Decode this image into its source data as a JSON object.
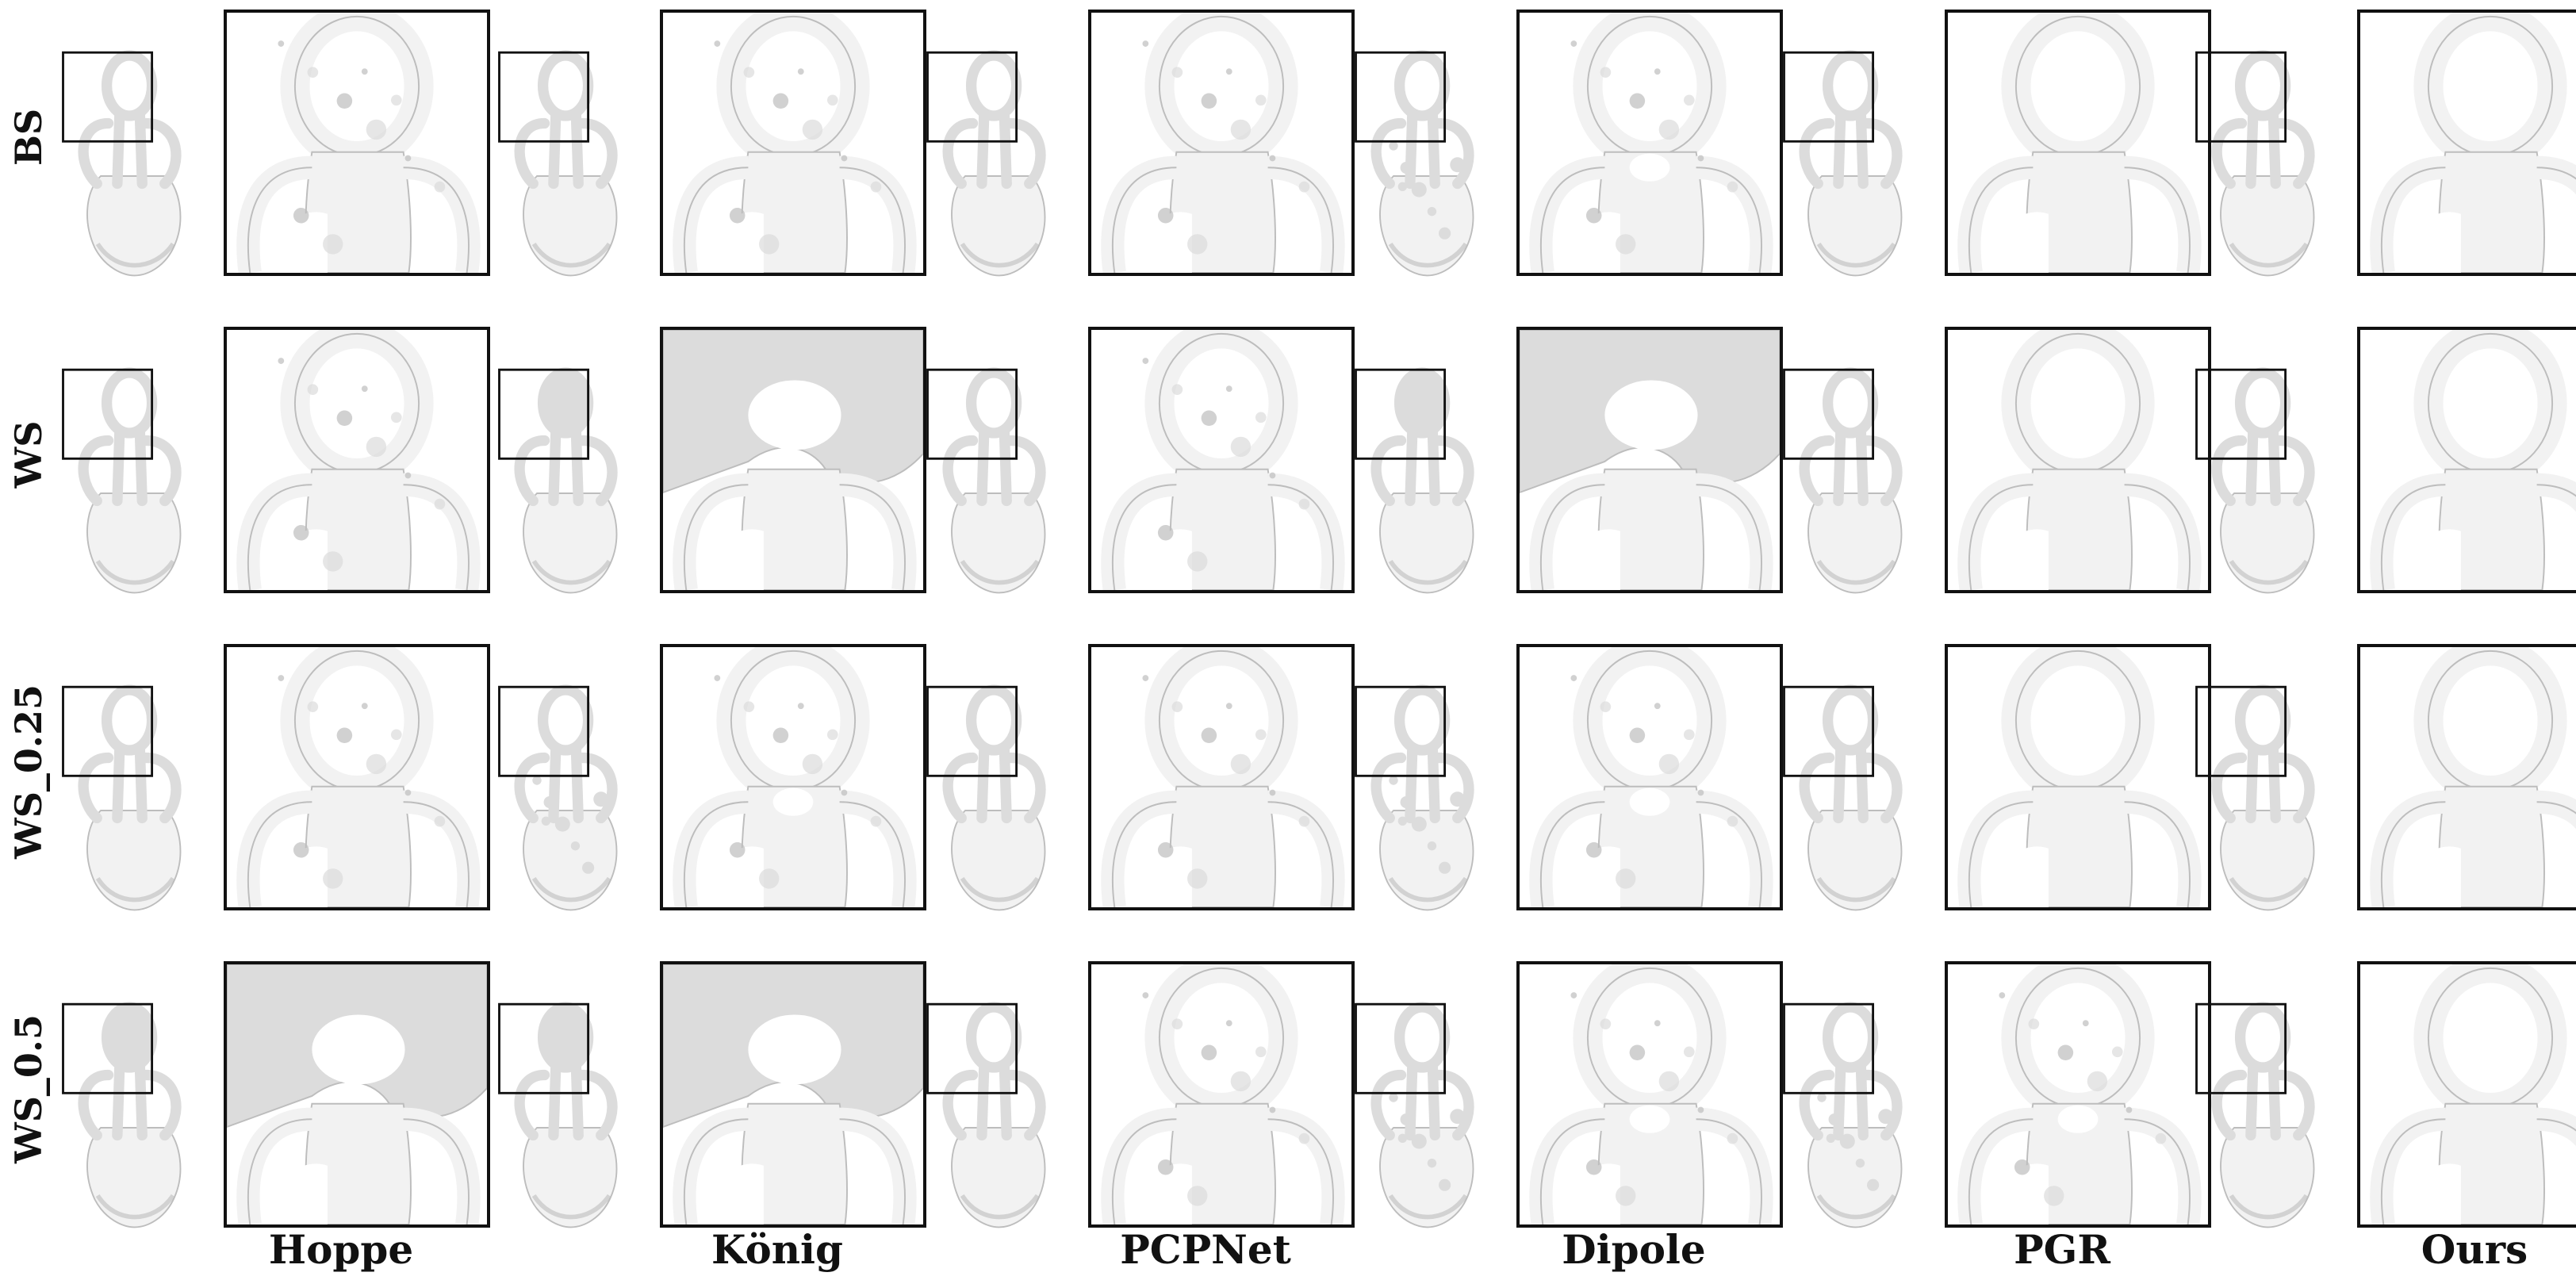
{
  "figure": {
    "row_labels": [
      "BS",
      "WS",
      "WS_0.25",
      "WS_0.5"
    ],
    "column_labels": [
      "Hoppe",
      "König",
      "PCPNet",
      "Dipole",
      "PGR",
      "Ours"
    ],
    "panels": [
      [
        {
          "method": "Hoppe",
          "setting": "BS",
          "quality": "bumpy"
        },
        {
          "method": "König",
          "setting": "BS",
          "quality": "bumpy"
        },
        {
          "method": "PCPNet",
          "setting": "BS",
          "quality": "bumpy"
        },
        {
          "method": "Dipole",
          "setting": "BS",
          "quality": "broken"
        },
        {
          "method": "PGR",
          "setting": "BS",
          "quality": "clean"
        },
        {
          "method": "Ours",
          "setting": "BS",
          "quality": "clean"
        }
      ],
      [
        {
          "method": "Hoppe",
          "setting": "WS",
          "quality": "bumpy"
        },
        {
          "method": "König",
          "setting": "WS",
          "quality": "blob"
        },
        {
          "method": "PCPNet",
          "setting": "WS",
          "quality": "bumpy"
        },
        {
          "method": "Dipole",
          "setting": "WS",
          "quality": "blob"
        },
        {
          "method": "PGR",
          "setting": "WS",
          "quality": "clean"
        },
        {
          "method": "Ours",
          "setting": "WS",
          "quality": "clean"
        }
      ],
      [
        {
          "method": "Hoppe",
          "setting": "WS_0.25",
          "quality": "bumpy"
        },
        {
          "method": "König",
          "setting": "WS_0.25",
          "quality": "broken"
        },
        {
          "method": "PCPNet",
          "setting": "WS_0.25",
          "quality": "bumpy"
        },
        {
          "method": "Dipole",
          "setting": "WS_0.25",
          "quality": "broken"
        },
        {
          "method": "PGR",
          "setting": "WS_0.25",
          "quality": "clean"
        },
        {
          "method": "Ours",
          "setting": "WS_0.25",
          "quality": "clean"
        }
      ],
      [
        {
          "method": "Hoppe",
          "setting": "WS_0.5",
          "quality": "blob"
        },
        {
          "method": "König",
          "setting": "WS_0.5",
          "quality": "blob"
        },
        {
          "method": "PCPNet",
          "setting": "WS_0.5",
          "quality": "bumpy"
        },
        {
          "method": "Dipole",
          "setting": "WS_0.5",
          "quality": "broken"
        },
        {
          "method": "PGR",
          "setting": "WS_0.5",
          "quality": "noisy"
        },
        {
          "method": "Ours",
          "setting": "WS_0.5",
          "quality": "clean"
        }
      ]
    ],
    "colors": {
      "frame": "#111111",
      "surface_light": "#f2f2f2",
      "surface_mid": "#dcdcdc",
      "surface_shadow": "#bdbdbd",
      "background": "#ffffff"
    }
  }
}
